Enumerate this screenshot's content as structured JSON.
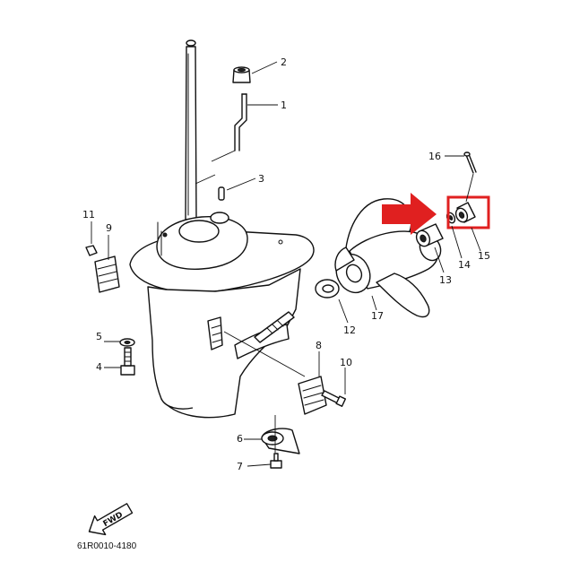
{
  "diagram": {
    "callouts": {
      "c1": "1",
      "c2": "2",
      "c3": "3",
      "c4": "4",
      "c5": "5",
      "c6": "6",
      "c7": "7",
      "c8": "8",
      "c9": "9",
      "c10": "10",
      "c11": "11",
      "c12": "12",
      "c13": "13",
      "c14": "14",
      "c15": "15",
      "c16": "16",
      "c17": "17"
    },
    "fwd_label": "FWD",
    "drawing_code": "61R0010-4180",
    "highlight": {
      "color": "#e02020",
      "arrow_color": "#e02020"
    }
  }
}
